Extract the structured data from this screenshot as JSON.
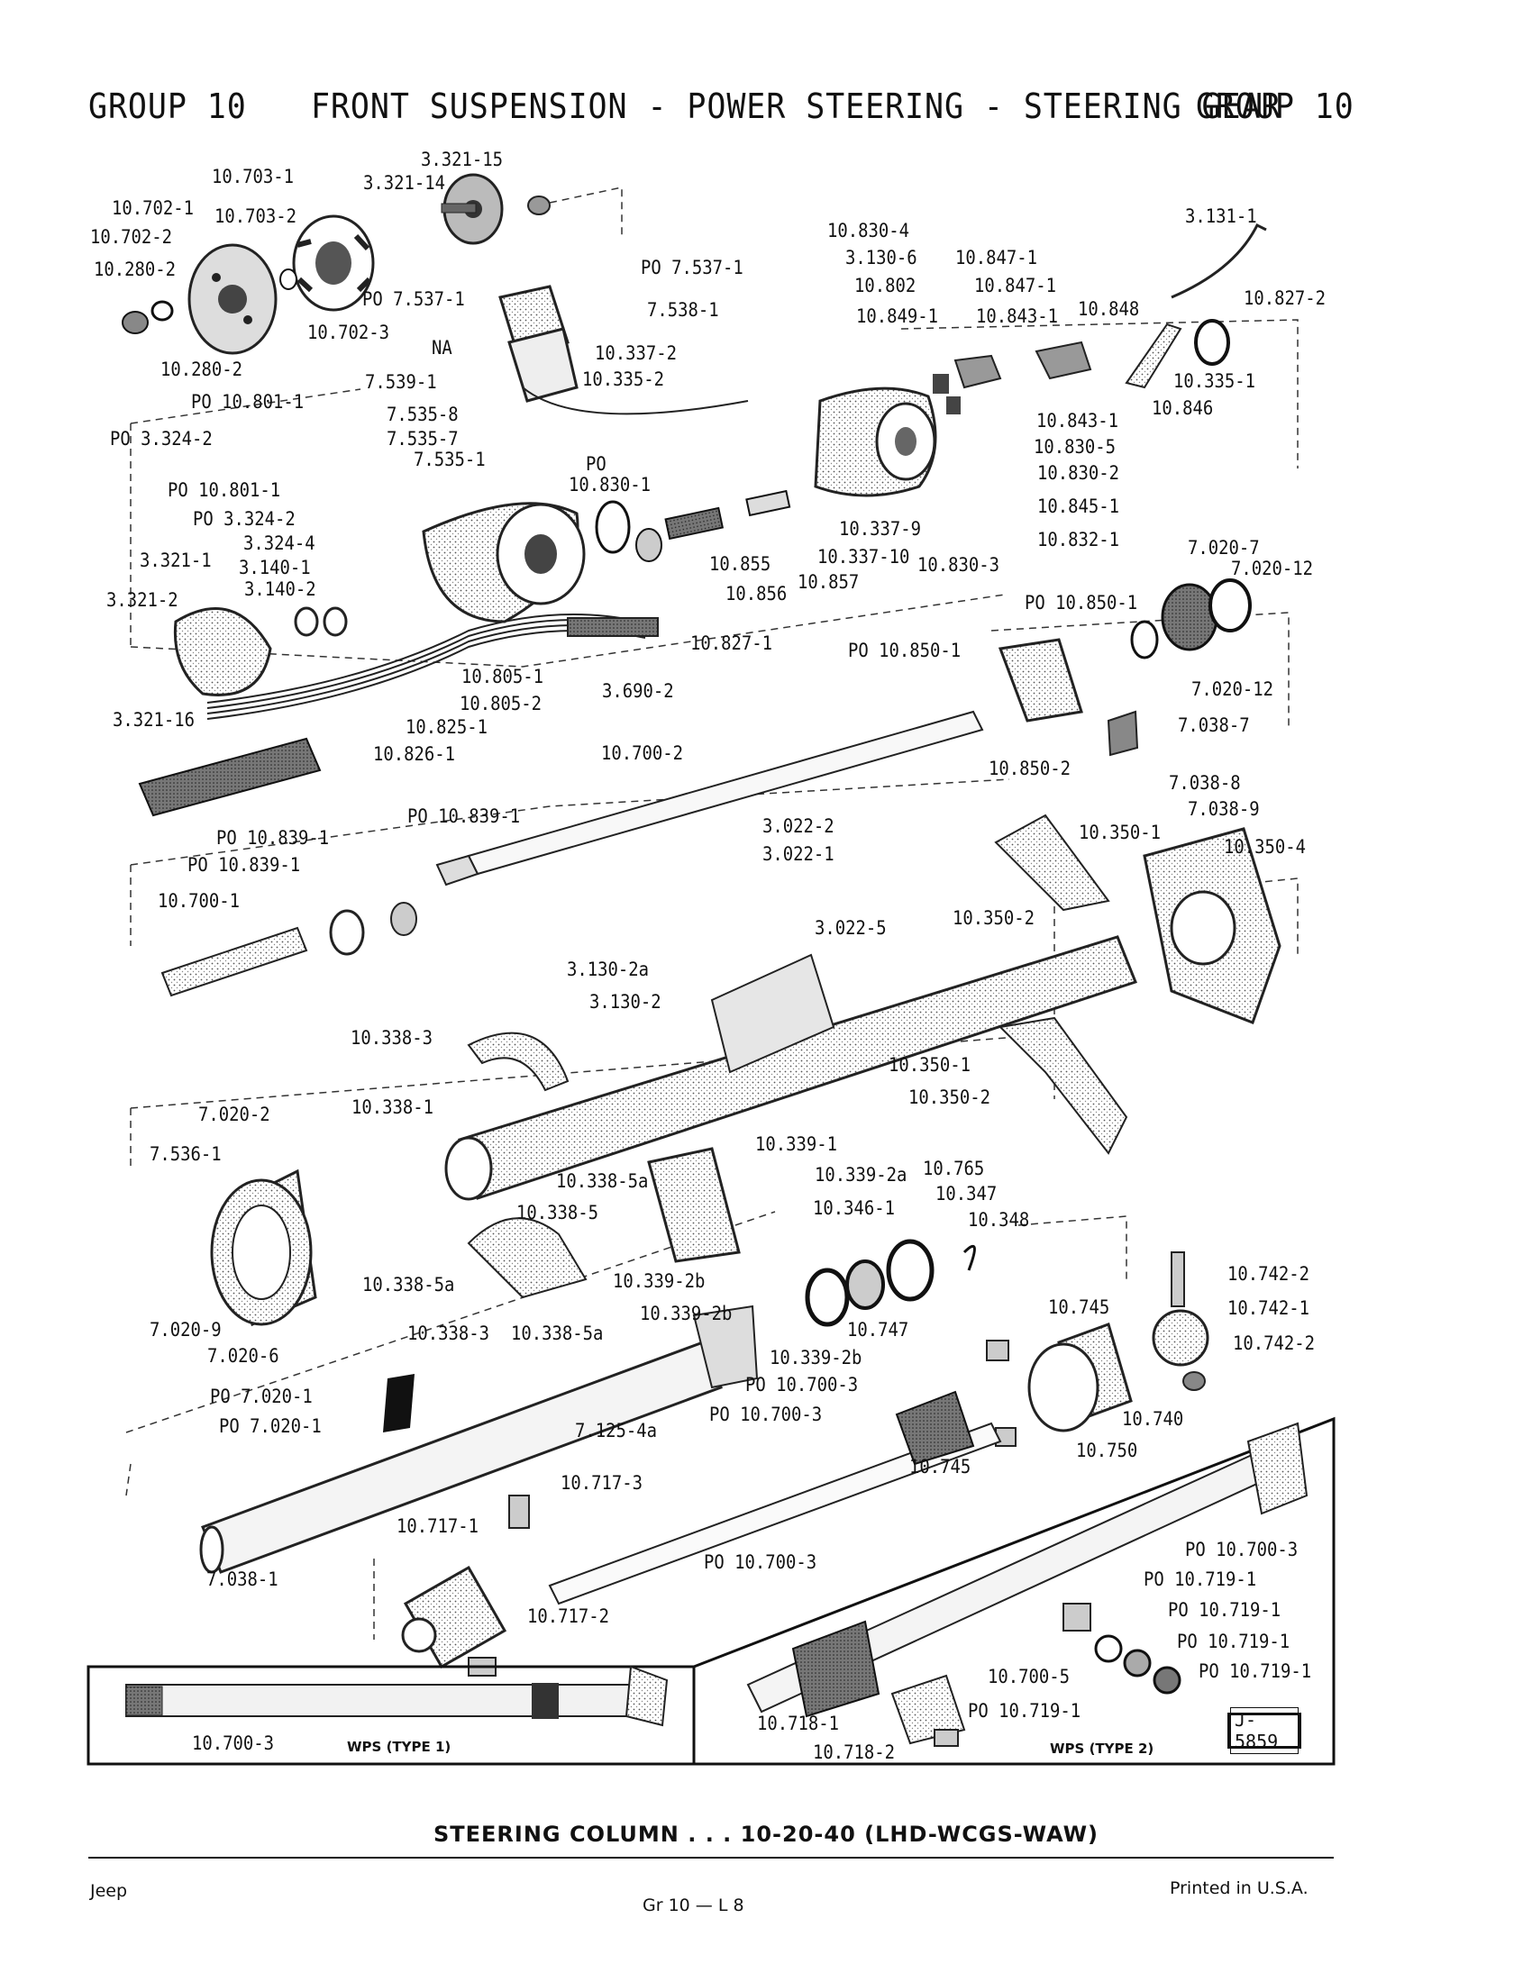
{
  "header": {
    "group_left": "GROUP 10",
    "title": "FRONT SUSPENSION - POWER STEERING - STEERING GEAR",
    "group_right": "GROUP 10"
  },
  "labels": {
    "l01": "3.321-15",
    "l02": "10.703-1",
    "l03": "3.321-14",
    "l04": "10.702-1",
    "l05": "10.703-2",
    "l06": "10.702-2",
    "l07": "10.280-2",
    "l08": "10.702-3",
    "l09": "10.280-2",
    "l10": "PO 7.537-1",
    "l11": "PO 7.537-1",
    "l12": "7.538-1",
    "l13": "NA",
    "l14": "10.337-2",
    "l15": "10.335-2",
    "l16": "7.539-1",
    "l17": "PO 10.801-1",
    "l18": "7.535-8",
    "l19": "PO 3.324-2",
    "l20": "7.535-7",
    "l21": "7.535-1",
    "l22": "PO 10.801-1",
    "l23": "PO 3.324-2",
    "l24": "3.324-4",
    "l25": "3.321-1",
    "l26": "3.140-1",
    "l27": "3.321-2",
    "l28": "3.140-2",
    "l29": "3.321-16",
    "l30": "PO",
    "l31": "10.830-1",
    "l32": "10.830-4",
    "l33": "3.130-6",
    "l34": "10.802",
    "l35": "10.849-1",
    "l36": "10.847-1",
    "l37": "10.847-1",
    "l38": "10.843-1",
    "l39": "10.848",
    "l40": "3.131-1",
    "l41": "10.827-2",
    "l42": "10.335-1",
    "l43": "10.846",
    "l44": "10.843-1",
    "l45": "10.830-5",
    "l46": "10.830-2",
    "l47": "10.845-1",
    "l48": "10.832-1",
    "l49": "10.337-9",
    "l50": "10.337-10",
    "l51": "10.855",
    "l52": "10.857",
    "l53": "10.856",
    "l54": "10.830-3",
    "l55": "10.827-1",
    "l56": "7.020-7",
    "l57": "7.020-12",
    "l58": "PO 10.850-1",
    "l59": "PO 10.850-1",
    "l60": "7.020-12",
    "l61": "7.038-7",
    "l62": "10.805-1",
    "l63": "10.805-2",
    "l64": "3.690-2",
    "l65": "10.825-1",
    "l66": "10.826-1",
    "l67": "10.700-2",
    "l68": "10.850-2",
    "l69": "7.038-8",
    "l70": "7.038-9",
    "l71": "PO 10.839-1",
    "l72": "PO 10.839-1",
    "l73": "PO 10.839-1",
    "l74": "10.700-1",
    "l75": "3.022-2",
    "l76": "3.022-1",
    "l77": "10.350-1",
    "l78": "10.350-4",
    "l79": "3.022-5",
    "l80": "10.350-2",
    "l81": "3.130-2a",
    "l82": "3.130-2",
    "l83": "10.338-3",
    "l84": "10.350-1",
    "l85": "10.350-2",
    "l86": "7.020-2",
    "l87": "10.338-1",
    "l88": "7.536-1",
    "l89": "10.339-1",
    "l90": "10.338-5a",
    "l91": "10.339-2a",
    "l92": "10.765",
    "l93": "10.338-5",
    "l94": "10.346-1",
    "l95": "10.347",
    "l96": "10.348",
    "l97": "10.742-2",
    "l98": "10.338-5a",
    "l99": "10.339-2b",
    "l100": "10.742-1",
    "l101": "7.020-9",
    "l102": "10.338-3",
    "l103": "10.338-5a",
    "l104": "10.339-2b",
    "l105": "10.745",
    "l106": "10.747",
    "l107": "10.742-2",
    "l108": "7.020-6",
    "l109": "10.339-2b",
    "l110": "PO 7.020-1",
    "l111": "PO 10.700-3",
    "l112": "PO 10.700-3",
    "l113": "PO 7.020-1",
    "l114": "7.125-4a",
    "l115": "10.740",
    "l116": "10.750",
    "l117": "10.745",
    "l118": "10.717-3",
    "l119": "10.717-1",
    "l120": "PO 10.700-3",
    "l121": "PO 10.700-3",
    "l122": "7.038-1",
    "l123": "PO 10.719-1",
    "l124": "PO 10.719-1",
    "l125": "PO 10.719-1",
    "l126": "PO 10.719-1",
    "l127": "10.717-2",
    "l128": "10.700-5",
    "l129": "PO 10.719-1",
    "l130": "10.718-1",
    "l131": "10.700-3",
    "l132": "10.718-2"
  },
  "inset": {
    "type1_label": "WPS (TYPE 1)",
    "type2_label": "WPS (TYPE 2)",
    "ref_code": "J-5859"
  },
  "caption": "STEERING COLUMN . . . 10-20-40 (LHD-WCGS-WAW)",
  "footer": {
    "left": "Jeep",
    "center": "Gr 10 — L 8",
    "right": "Printed in U.S.A."
  }
}
